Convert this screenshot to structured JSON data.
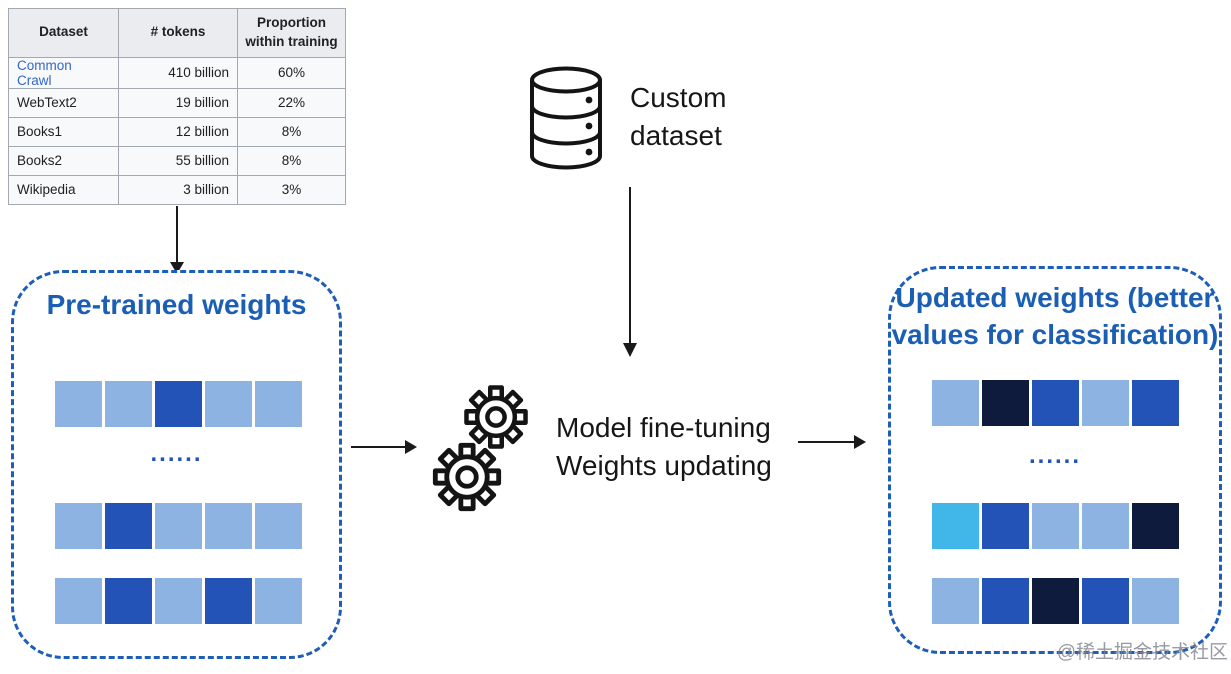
{
  "table": {
    "headers": [
      "Dataset",
      "# tokens",
      "Proportion within training"
    ],
    "rows": [
      {
        "dataset": "Common Crawl",
        "tokens": "410 billion",
        "proportion": "60%"
      },
      {
        "dataset": "WebText2",
        "tokens": "19 billion",
        "proportion": "22%"
      },
      {
        "dataset": "Books1",
        "tokens": "12 billion",
        "proportion": "8%"
      },
      {
        "dataset": "Books2",
        "tokens": "55 billion",
        "proportion": "8%"
      },
      {
        "dataset": "Wikipedia",
        "tokens": "3 billion",
        "proportion": "3%"
      }
    ]
  },
  "custom_dataset": {
    "label": "Custom dataset",
    "icon": "database-icon"
  },
  "center": {
    "line1": "Model fine-tuning",
    "line2": "Weights updating",
    "icon": "gears-icon"
  },
  "weights": {
    "colors": {
      "light": "#8db3e2",
      "medium": "#2453b8",
      "navy": "#0e1b3c",
      "cyan": "#41b7e9"
    },
    "left": {
      "title": "Pre-trained weights",
      "ellipsis": "......",
      "rows": [
        [
          "light",
          "light",
          "medium",
          "light",
          "light"
        ],
        [
          "light",
          "medium",
          "light",
          "light",
          "light"
        ],
        [
          "light",
          "medium",
          "light",
          "medium",
          "light"
        ]
      ]
    },
    "right": {
      "title_line1": "Updated weights (better",
      "title_line2": "values for classification)",
      "ellipsis": "......",
      "rows": [
        [
          "light",
          "navy",
          "medium",
          "light",
          "medium"
        ],
        [
          "cyan",
          "medium",
          "light",
          "light",
          "navy"
        ],
        [
          "light",
          "medium",
          "navy",
          "medium",
          "light"
        ]
      ]
    }
  },
  "watermark": "@稀土掘金技术社区",
  "colors": {
    "box_border": "#1c5eb8",
    "title_text": "#1a5fb4",
    "link": "#3366cc",
    "table_header_bg": "#eaecf0",
    "table_row_bg": "#f8f9fa",
    "table_border": "#a2a9b1"
  }
}
